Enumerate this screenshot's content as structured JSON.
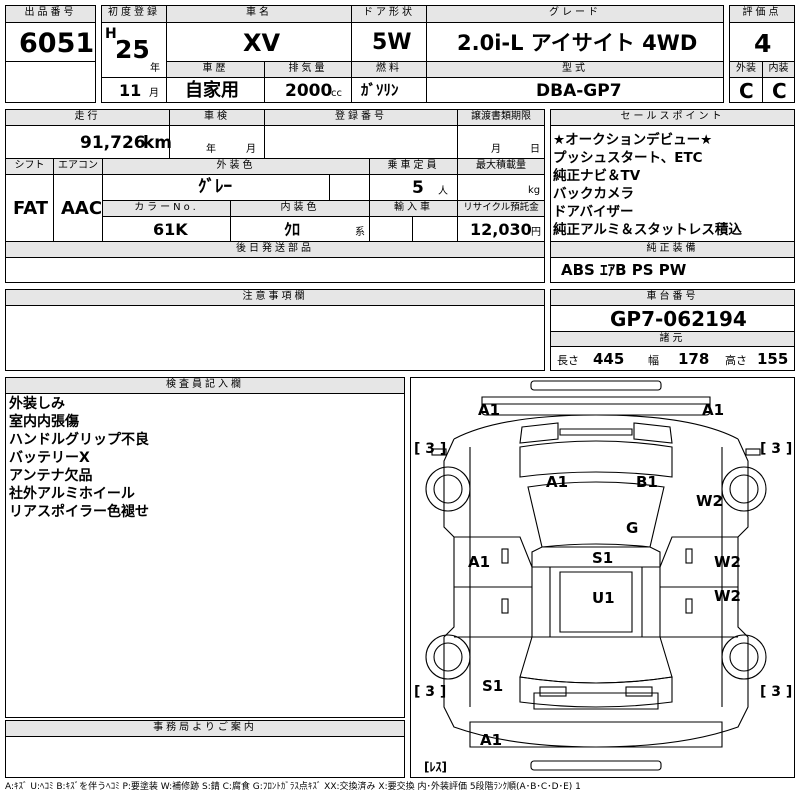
{
  "header": {
    "lot_label": "出品番号",
    "lot_no": "6051",
    "first_reg_label": "初度登録",
    "era": "H",
    "year": "25",
    "year_unit": "年",
    "month": "11",
    "month_unit": "月",
    "model_label": "車名",
    "model": "XV",
    "door_label": "ドア形状",
    "door": "5W",
    "grade_label": "グレード",
    "grade": "2.0i-L アイサイト 4WD",
    "score_label": "評価点",
    "score": "4",
    "history_label": "車歴",
    "history": "自家用",
    "displacement_label": "排気量",
    "displacement": "2000",
    "displacement_unit": "cc",
    "fuel_label": "燃料",
    "fuel": "ｶﾞｿﾘﾝ",
    "type_label": "型式",
    "type": "DBA-GP7",
    "ext_label": "外装",
    "ext": "C",
    "int_label": "内装",
    "int": "C"
  },
  "details": {
    "mileage_label": "走行",
    "mileage": "91,726",
    "mileage_unit": "km",
    "inspection_label": "車検",
    "insp_year_unit": "年",
    "insp_month_unit": "月",
    "regno_label": "登録番号",
    "transfer_label": "譲渡書類期限",
    "transfer_month_unit": "月",
    "transfer_day_unit": "日",
    "shift_label": "シフト",
    "shift": "FAT",
    "ac_label": "エアコン",
    "ac": "AAC",
    "color_label": "外装色",
    "color": "ｸﾞﾚｰ",
    "capacity_label": "乗車定員",
    "capacity": "5",
    "capacity_unit": "人",
    "load_label": "最大積載量",
    "load_unit": "kg",
    "colorno_label": "カラーNo.",
    "colorno": "61K",
    "intcolor_label": "内装色",
    "intcolor": "ｸﾛ",
    "intcolor_unit": "系",
    "import_label": "輸入車",
    "recycle_label": "リサイクル預託金",
    "recycle": "12,030",
    "recycle_unit": "円",
    "later_parts_label": "後日発送部品"
  },
  "sales": {
    "label": "セールスポイント",
    "points": [
      "★オークションデビュー★",
      "プッシュスタート、ETC",
      "純正ナビ＆TV",
      "バックカメラ",
      "ドアバイザー",
      "純正アルミ＆スタットレス積込"
    ],
    "equip_label": "純正装備",
    "equip": "ABS ｴｱB PS PW"
  },
  "notes": {
    "label": "注意事項欄"
  },
  "chassis": {
    "label": "車台番号",
    "number": "GP7-062194",
    "dims_label": "諸元",
    "length_label": "長さ",
    "length": "445",
    "width_label": "幅",
    "width": "178",
    "height_label": "高さ",
    "height": "155"
  },
  "inspector": {
    "label": "検査員記入欄",
    "lines": [
      "外装しみ",
      "室内内張傷",
      "ハンドルグリップ不良",
      "バッテリーX",
      "アンテナ欠品",
      "社外アルミホイール",
      "リアスポイラー色褪せ"
    ]
  },
  "office": {
    "label": "事務局よりご案内"
  },
  "diagram": {
    "tire_fl": "[ 3 ]",
    "tire_fr": "[ 3 ]",
    "tire_rl": "[ 3 ]",
    "tire_rr": "[ 3 ]",
    "spare": "[ﾚｽ]",
    "marks": {
      "front_bumper_l": "A1",
      "front_bumper_r": "A1",
      "hood_l": "A1",
      "hood_r": "B1",
      "fender_r": "W2",
      "windshield": "G",
      "door_fl": "A1",
      "door_fr": "W2",
      "door_rr": "W2",
      "roof_front": "S1",
      "roof_rear": "U1",
      "rear_l": "S1",
      "rear_bumper": "A1"
    }
  },
  "legend": "A:ｷｽﾞ U:ﾍｺﾐ B:ｷｽﾞを伴うﾍｺﾐ P:要塗装 W:補修跡 S:錆 C:腐食 G:ﾌﾛﾝﾄｶﾞﾗｽ点ｷｽﾞ XX:交換済み X:要交換 内･外装評価 5段階ﾗﾝｸ順(A･B･C･D･E) 1"
}
